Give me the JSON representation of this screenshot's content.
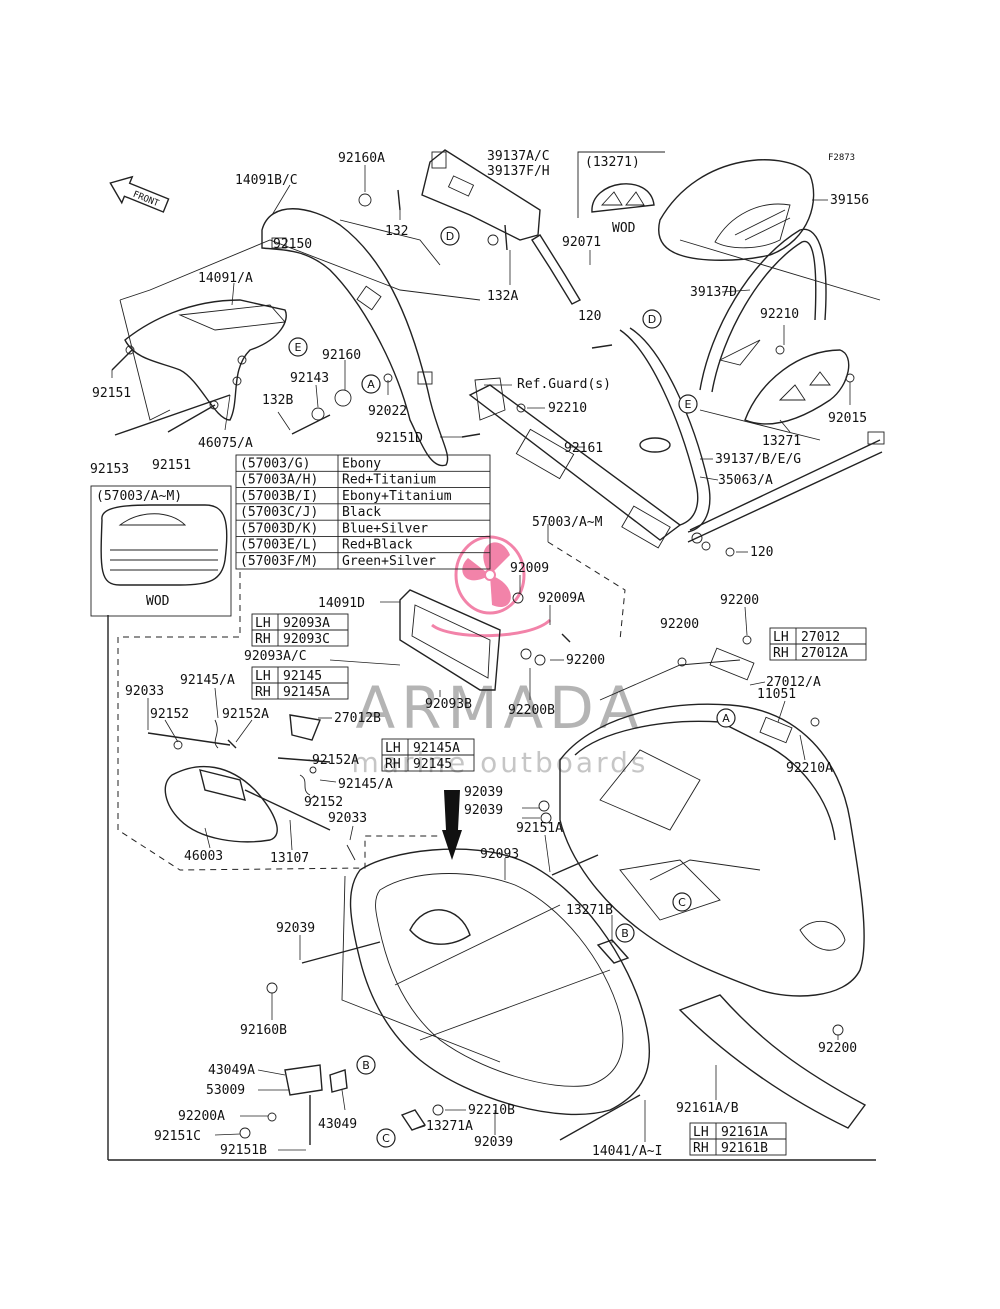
{
  "figure_id": "F2873",
  "front_label": "FRONT",
  "callouts": [
    "A",
    "B",
    "C",
    "D",
    "E"
  ],
  "color_table": {
    "rows": [
      {
        "code": "(57003/G)",
        "color": "Ebony"
      },
      {
        "code": "(57003A/H)",
        "color": "Red+Titanium"
      },
      {
        "code": "(57003B/I)",
        "color": "Ebony+Titanium"
      },
      {
        "code": "(57003C/J)",
        "color": "Black"
      },
      {
        "code": "(57003D/K)",
        "color": "Blue+Silver"
      },
      {
        "code": "(57003E/L)",
        "color": "Red+Black"
      },
      {
        "code": "(57003F/M)",
        "color": "Green+Silver"
      }
    ]
  },
  "lhrh_tables": {
    "t92093": {
      "lh": "92093A",
      "rh": "92093C"
    },
    "t92145": {
      "lh": "92145",
      "rh": "92145A"
    },
    "t92145b": {
      "lh": "92145A",
      "rh": "92145"
    },
    "t27012": {
      "lh": "27012",
      "rh": "27012A"
    },
    "t92161": {
      "lh": "92161A",
      "rh": "92161B"
    },
    "lh": "LH",
    "rh": "RH"
  },
  "insets": {
    "top": {
      "title": "(13271)",
      "note": "WOD"
    },
    "left": {
      "title": "(57003/A~M)",
      "note": "WOD"
    }
  },
  "watermark": {
    "brand": "ARMADA",
    "tagline": "marine outboards",
    "color": "#e91e63"
  },
  "labels": {
    "l92160A": "92160A",
    "l39137AC": "39137A/C",
    "l39137FH": "39137F/H",
    "l14091BC": "14091B/C",
    "l132": "132",
    "l92071": "92071",
    "l39156": "39156",
    "l92150": "92150",
    "l132A": "132A",
    "l14091A": "14091/A",
    "l39137D": "39137D",
    "l120a": "120",
    "l92210": "92210",
    "l92160": "92160",
    "l92143": "92143",
    "l92151": "92151",
    "l132B": "132B",
    "l92022": "92022",
    "lRefGuard": "Ref.Guard(s)",
    "l92210b": "92210",
    "l92015": "92015",
    "l46075A": "46075/A",
    "l92151D": "92151D",
    "l92161": "92161",
    "l13271": "13271",
    "l39137BEG": "39137/B/E/G",
    "l92153": "92153",
    "l92151b": "92151",
    "l35063A": "35063/A",
    "l120b": "120",
    "l57003AM": "57003/A~M",
    "l92009": "92009",
    "l14091D": "14091D",
    "l92009A": "92009A",
    "l92200a": "92200",
    "l92200b": "92200",
    "l92093AC": "92093A/C",
    "l92200c": "92200",
    "l27012A": "27012/A",
    "l92033": "92033",
    "l92145A": "92145/A",
    "l11051": "11051",
    "l92152": "92152",
    "l92152A": "92152A",
    "l27012B": "27012B",
    "l92093B": "92093B",
    "l92200B": "92200B",
    "l92210A": "92210A",
    "l92152Ab": "92152A",
    "l92145Ab": "92145/A",
    "l92152b": "92152",
    "l92039a": "92039",
    "l92039b": "92039",
    "l92033b": "92033",
    "l92151A": "92151A",
    "l46003": "46003",
    "l13107": "13107",
    "l92093": "92093",
    "l13271B": "13271B",
    "l92039c": "92039",
    "l92160B": "92160B",
    "l92200d": "92200",
    "l43049A": "43049A",
    "l53009": "53009",
    "l92200A": "92200A",
    "l43049": "43049",
    "l92210B": "92210B",
    "l13271A": "13271A",
    "l92151C": "92151C",
    "l92039d": "92039",
    "l92151B": "92151B",
    "l14041": "14041/A~I",
    "l92161AB": "92161A/B"
  }
}
